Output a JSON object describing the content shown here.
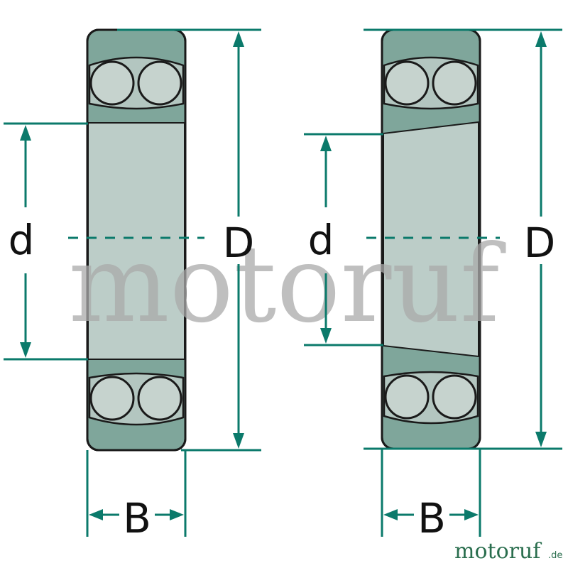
{
  "labels": {
    "left": {
      "inner_diameter": "d",
      "outer_diameter": "D",
      "width": "B"
    },
    "right": {
      "inner_diameter": "d",
      "outer_diameter": "D",
      "width": "B"
    }
  },
  "watermark": "motoruf",
  "logo": {
    "brand": "motoruf",
    "tld": ".de"
  },
  "colors": {
    "dimension_line": "#0b7a6b",
    "ring_fill": "#7fa69b",
    "bore_fill": "#bccdc8",
    "ball_fill": "#c6d3ce",
    "outline": "#1a1a1a",
    "watermark": "#a9a9a9",
    "logo_accent": "#1f8f5a",
    "logo_dark": "#2a6e4e"
  }
}
